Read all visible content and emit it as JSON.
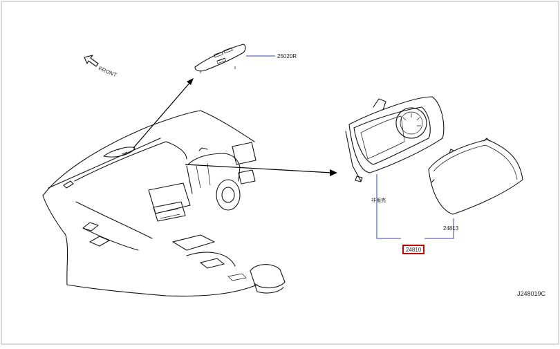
{
  "diagram": {
    "front_label": "FRONT",
    "callouts": {
      "finisher": "25020R",
      "meter_cover": "24813",
      "meter_assembly": "24810",
      "not_for_sale": "非販売"
    },
    "figure_code": "J248019C",
    "colors": {
      "highlight_box": "#cc0000",
      "leader_lines": "#3344aa",
      "line_art": "#111111"
    }
  }
}
